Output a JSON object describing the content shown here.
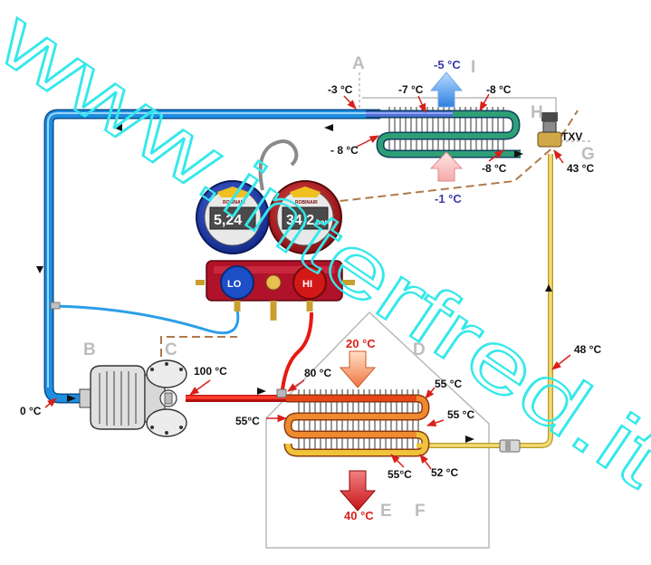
{
  "watermark": "www.interfred.it",
  "points": {
    "A": "A",
    "B": "B",
    "C": "C",
    "D": "D",
    "E": "E",
    "F": "F",
    "G": "G",
    "H": "H",
    "I": "I"
  },
  "evaporator": {
    "inlet_temp": "-3 °C",
    "coil_temp_left": "-7 °C",
    "coil_temp_right": "-8 °C",
    "outlet_temp_left": "- 8 °C",
    "outlet_temp_right": "-8 °C",
    "air_out_temp": "-5 °C",
    "air_in_temp": "-1 °C"
  },
  "valve": {
    "label": "TXV",
    "inlet_temp": "43 °C"
  },
  "liquid_line": {
    "temp": "48 °C"
  },
  "suction": {
    "temp": "0 °C"
  },
  "discharge": {
    "temp": "100 °C"
  },
  "condenser": {
    "inlet_temp": "80 °C",
    "temp_right_top": "55 °C",
    "temp_left": "55°C",
    "temp_right_mid": "55 °C",
    "temp_bottom": "55°C",
    "outlet_temp": "52 °C",
    "air_in_temp": "20 °C",
    "air_out_temp": "40 °C"
  },
  "gauges": {
    "low_value": "5,24",
    "high_value": "34,2",
    "high_unit": "bar",
    "brand": "ROBINAIR",
    "low_knob": "LO",
    "high_knob": "HI"
  },
  "colors": {
    "suction_line": "#1d8ee0",
    "discharge_line": "#e8190f",
    "liquid_line": "#e8cf5a",
    "evap_coil_blue": "#4f6fd8",
    "evap_coil_green": "#2f9f76",
    "cond_coil_red": "#e0451a",
    "cond_coil_yellow": "#f0c33a",
    "manifold": "#b0122a",
    "watermark": "#35e8ea"
  }
}
